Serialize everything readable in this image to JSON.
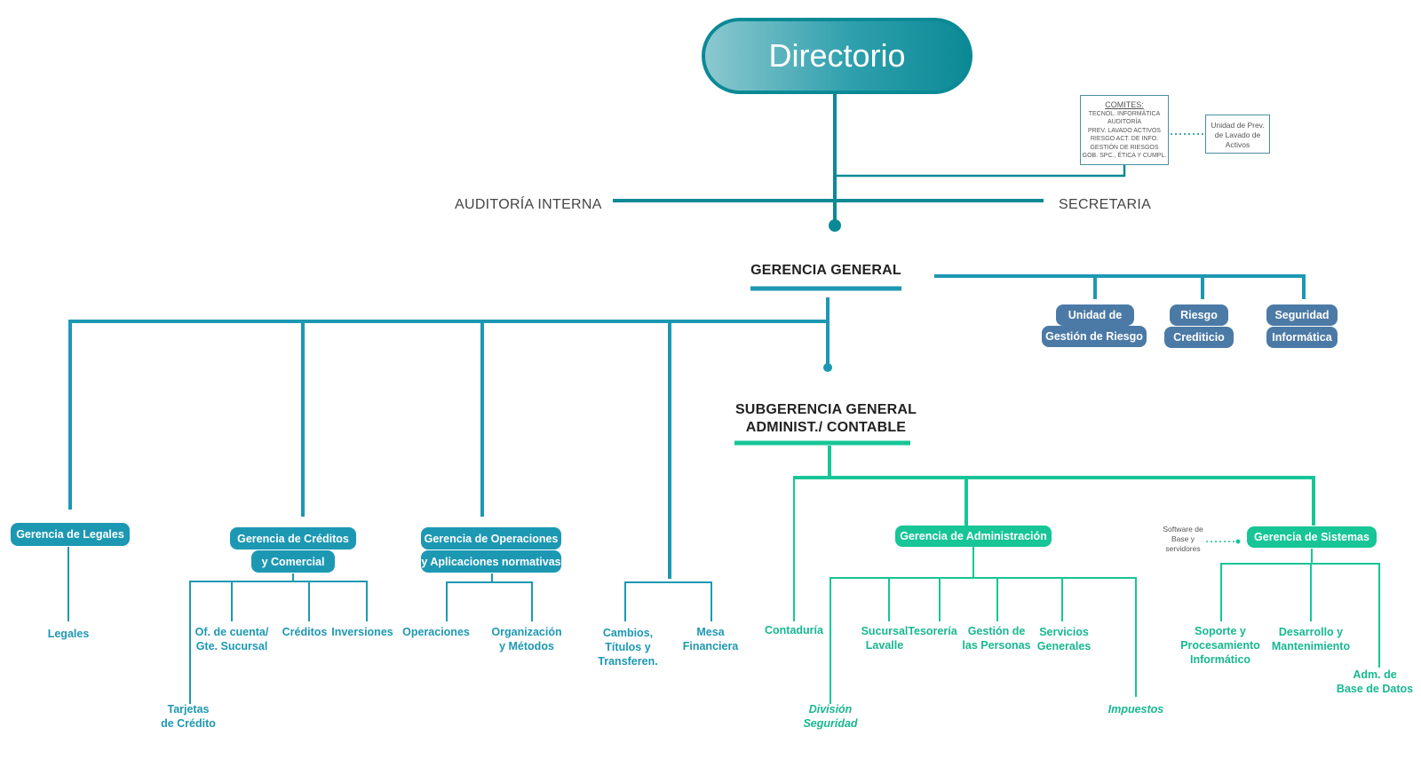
{
  "top": {
    "title": "Directorio"
  },
  "staff": {
    "left": "AUDITORÍA INTERNA",
    "right": "SECRETARIA"
  },
  "comites": {
    "title": "COMITES:",
    "items": [
      "TECNOL. INFORMÁTICA",
      "AUDITORÍA",
      "PREV. LAVADO ACTIVOS",
      "RIESGO ACT. DE INFO.",
      "GESTIÓN DE RIESGOS",
      "GOB. SPC., ÉTICA Y CUMPL."
    ]
  },
  "prev_lavado": {
    "lines": [
      "Unidad de Prev.",
      "de Lavado de",
      "Activos"
    ]
  },
  "gerencia_general": {
    "title": "GERENCIA GENERAL"
  },
  "gg_units": [
    {
      "line1": "Unidad de",
      "line2": "Gestión de Riesgo"
    },
    {
      "line1": "Riesgo",
      "line2": "Crediticio"
    },
    {
      "line1": "Seguridad",
      "line2": "Informática"
    }
  ],
  "subgerencia": {
    "line1": "SUBGERENCIA GENERAL",
    "line2": "ADMINIST./ CONTABLE"
  },
  "gerencias": {
    "legales": {
      "title": "Gerencia de Legales",
      "children": [
        "Legales"
      ]
    },
    "creditos": {
      "line1": "Gerencia  de Créditos",
      "line2": "y Comercial",
      "children": {
        "of_cuenta": [
          "Of. de cuenta/",
          "Gte. Sucursal"
        ],
        "creditos": "Créditos",
        "inversiones": "Inversiones",
        "tarjetas": [
          "Tarjetas",
          "de Crédito"
        ]
      }
    },
    "operaciones": {
      "line1": "Gerencia de Operaciones",
      "line2": "y Aplicaciones normativas",
      "children": {
        "operaciones": "Operaciones",
        "organizacion": [
          "Organización",
          "y Métodos"
        ]
      }
    },
    "cambios": {
      "children": {
        "cambios": [
          "Cambios,",
          "Títulos y",
          "Transferen."
        ],
        "mesa": [
          "Mesa",
          "Financiera"
        ]
      }
    },
    "administracion": {
      "title": "Gerencia de Administración",
      "contaduria": "Contaduría",
      "children": {
        "sucursal": [
          "Sucursal",
          "Lavalle"
        ],
        "tesoreria": "Tesorería",
        "personas": [
          "Gestión de",
          "las Personas"
        ],
        "servicios": [
          "Servicios",
          "Generales"
        ],
        "division": [
          "División",
          "Seguridad"
        ],
        "impuestos": "Impuestos"
      }
    },
    "sistemas": {
      "title": "Gerencia de Sistemas",
      "software_note": [
        "Software de",
        "Base y",
        "servidores"
      ],
      "children": {
        "soporte": [
          "Soporte y",
          "Procesamiento",
          "Informático"
        ],
        "desarrollo": [
          "Desarrollo y",
          "Mantenimiento"
        ],
        "adm_db": [
          "Adm. de",
          "Base de Datos"
        ]
      }
    }
  },
  "colors": {
    "teal": "#0b8a96",
    "blue": "#1d98b3",
    "navy": "#4c7aa6",
    "green": "#17c597"
  }
}
